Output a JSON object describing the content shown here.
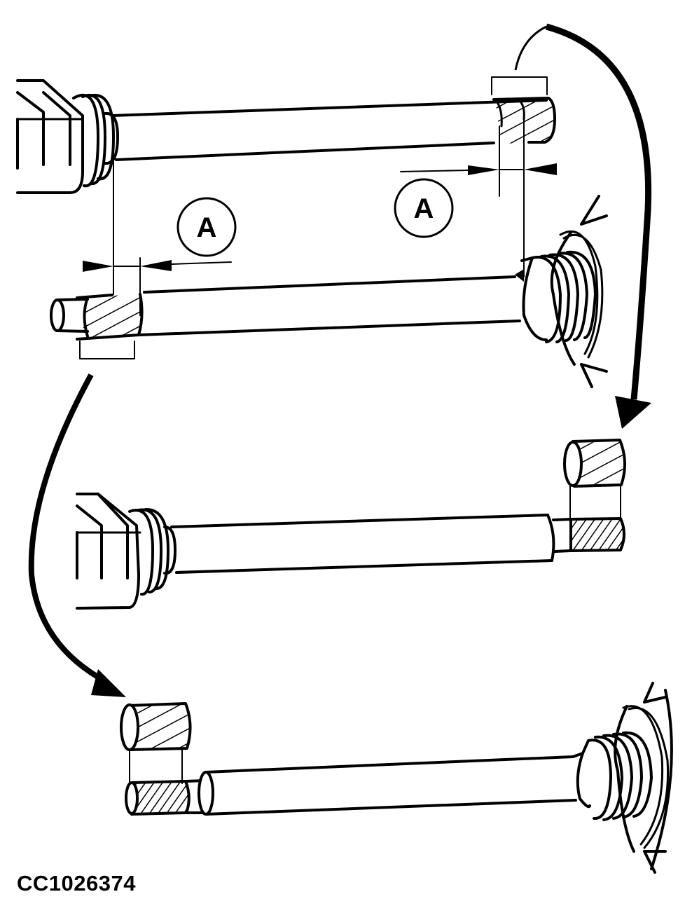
{
  "figure": {
    "id_label": "CC1026374",
    "colors": {
      "line": "#000000",
      "background": "#ffffff"
    }
  },
  "callouts": [
    {
      "label": "A",
      "position": "left-inner-joint-dimension"
    },
    {
      "label": "A",
      "position": "right-outer-joint-dimension"
    }
  ],
  "components": {
    "top_shaft": "driveshaft with inner CV joint (left) and hatched spline end (right)",
    "middle_shaft": "driveshaft with spline end (left) and outer CV joint boot (right)",
    "lower_shaft_1": "inner joint shaft with hatched sleeve position on right end",
    "lower_shaft_2": "outer joint shaft with hatched sleeve position on left end",
    "sleeves": [
      "sleeve-right",
      "sleeve-left"
    ],
    "arrows": [
      "arrow-top-right-curved-down",
      "arrow-left-curved-down"
    ]
  }
}
